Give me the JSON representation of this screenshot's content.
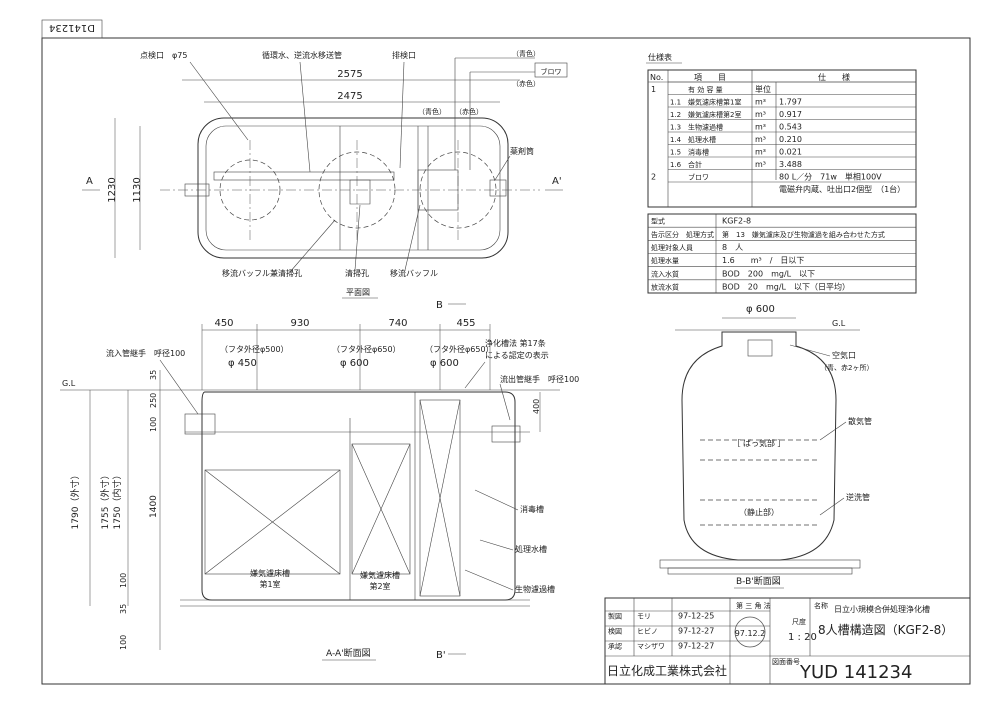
{
  "doc_code": "D141234",
  "plan": {
    "labels": {
      "inspection_port": "点検口",
      "circulation_pipe": "循環水、逆流水移送管",
      "drain_port": "排検口",
      "blower": "ブロワ",
      "blue": "（青色）",
      "red": "（赤色）",
      "medicine": "薬剤筒",
      "baffle_hole": "移流バッフル兼清掃孔",
      "cleaning_hole": "清掃孔",
      "flow_baffle": "移流バッフル",
      "section_A": "A",
      "section_A2": "A'",
      "plan_title": "平面図",
      "manhole_note": "点検口　φ75"
    },
    "dims": {
      "outer_length": "2575",
      "inner_length": "2475",
      "outer_width": "1230",
      "inner_width": "1130"
    }
  },
  "spec_title": "仕様表",
  "spec_table": {
    "headers": [
      "No.",
      "項　　目",
      "仕　　様"
    ],
    "rows": [
      {
        "no": "1",
        "sub": "",
        "item": "有 効 容 量",
        "unit": "単位",
        "value": ""
      },
      {
        "no": "",
        "sub": "1.1",
        "item": "嫌気濾床槽第1室",
        "unit": "m³",
        "value": "1.797"
      },
      {
        "no": "",
        "sub": "1.2",
        "item": "嫌気濾床槽第2室",
        "unit": "m³",
        "value": "0.917"
      },
      {
        "no": "",
        "sub": "1.3",
        "item": "生物濾過槽",
        "unit": "m³",
        "value": "0.543"
      },
      {
        "no": "",
        "sub": "1.4",
        "item": "処理水槽",
        "unit": "m³",
        "value": "0.210"
      },
      {
        "no": "",
        "sub": "1.5",
        "item": "消毒槽",
        "unit": "m³",
        "value": "0.021"
      },
      {
        "no": "",
        "sub": "1.6",
        "item": "合計",
        "unit": "m³",
        "value": "3.488"
      },
      {
        "no": "2",
        "sub": "",
        "item": "ブロワ",
        "unit": "",
        "value": "80 L／分　71w　単相100V"
      },
      {
        "no": "",
        "sub": "",
        "item": "",
        "unit": "",
        "value": "電磁弁内蔵、吐出口2個型　（1台）"
      }
    ]
  },
  "model_table": {
    "rows": [
      {
        "label": "型式",
        "value": "KGF2-8"
      },
      {
        "label": "告示区分　処理方式",
        "value": "第　13　嫌気濾床及び生物濾過を組み合わせた方式"
      },
      {
        "label": "処理対象人員",
        "value": "8　人"
      },
      {
        "label": "処理水量",
        "value": "1.6　　m³　/　日以下"
      },
      {
        "label": "流入水質",
        "value": "BOD　200　mg/L　以下"
      },
      {
        "label": "放流水質",
        "value": "BOD　20　mg/L　以下（日平均）"
      }
    ]
  },
  "section_aa": {
    "title": "A-A'断面図",
    "top_dims": [
      "450",
      "930",
      "740",
      "455"
    ],
    "lids": [
      "（フタ外径φ500）",
      "（フタ外径φ650）",
      "（フタ外径φ650）"
    ],
    "openings": [
      "φ 450",
      "φ 600",
      "φ 600"
    ],
    "inlet": "流入管継手　呼径100",
    "outlet": "流出管継手　呼径100",
    "cert_note_1": "浄化槽法 第17条",
    "cert_note_2": "による認定の表示",
    "gl": "G.L",
    "vdims": [
      "35",
      "250",
      "100",
      "1400",
      "100",
      "35",
      "100"
    ],
    "height_labels": [
      "1790（外寸）",
      "1755（外寸）",
      "1750（内寸）"
    ],
    "dim_400": "400",
    "tanks": [
      "嫌気濾床槽\n第1室",
      "嫌気濾床槽\n第2室"
    ],
    "tank1a": "嫌気濾床槽",
    "tank1b": "第1室",
    "tank2a": "嫌気濾床槽",
    "tank2b": "第2室",
    "right_labels": [
      "消毒槽",
      "処理水槽",
      "生物濾過槽"
    ]
  },
  "section_bb": {
    "title": "B-B'断面図",
    "opening": "φ 600",
    "gl": "G.L",
    "air_hole": "空気口",
    "air_hole_note": "（青、赤2ヶ所）",
    "aeration": "散気管",
    "backwash": "逆洗管",
    "aerated": "［ ばっ気部 ］",
    "still": "（静止部）",
    "b_mark": "B",
    "b2_mark": "B'"
  },
  "title_block": {
    "rows": [
      {
        "role": "製図",
        "name": "モリ",
        "date": "97-12-25"
      },
      {
        "role": "検図",
        "name": "ヒビノ",
        "date": "97-12-27"
      },
      {
        "role": "承認",
        "name": "マシザワ",
        "date": "97-12-27"
      }
    ],
    "projection": "第 三 角 法",
    "stamp_date": "97.12.2",
    "scale_label": "尺度",
    "scale": "1 : 20",
    "name_label": "名称",
    "title1": "日立小規模合併処理浄化槽",
    "title2": "8人槽構造図（KGF2-8）",
    "company": "日立化成工業株式会社",
    "drawing_no_label": "図面番号",
    "drawing_no": "YUD 141234"
  }
}
